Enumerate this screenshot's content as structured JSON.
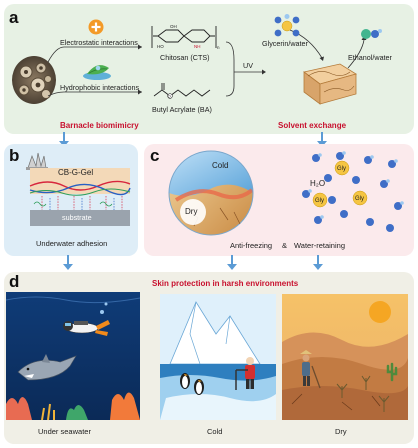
{
  "panel_a": {
    "label": "a",
    "electrostatic": "Electrostatic interactions",
    "hydrophobic": "Hydrophobic interactions",
    "chitosan": "Chitosan (CTS)",
    "butyl_acrylate": "Butyl Acrylate (BA)",
    "uv": "UV",
    "glycerin_water": "Glycerin/water",
    "ethanol_water": "Ethanol/water",
    "barnacle": "Barnacle biomimicry",
    "solvent_exchange": "Solvent exchange",
    "chem_n": "n",
    "chem_nh2": "NH",
    "chem_ho": "HO",
    "chem_oh": "OH"
  },
  "panel_b": {
    "label": "b",
    "gel": "CB-G-Gel",
    "substrate": "substrate",
    "caption": "Underwater adhesion"
  },
  "panel_c": {
    "label": "c",
    "cold": "Cold",
    "dry": "Dry",
    "h2o": "H₂O",
    "gly": "Gly",
    "caption_a": "Anti-freezing",
    "amp": "&",
    "caption_b": "Water-retaining"
  },
  "panel_d": {
    "label": "d",
    "title": "Skin protection in harsh environments",
    "scene1": "Under seawater",
    "scene2": "Cold",
    "scene3": "Dry"
  },
  "colors": {
    "panel_a_bg": "#e7f1e4",
    "panel_b_bg": "#deedf7",
    "panel_c_bg": "#fbeaec",
    "panel_d_bg": "#f0efe6",
    "arrow_blue": "#5b9bd5",
    "accent_red": "#c8102e"
  }
}
